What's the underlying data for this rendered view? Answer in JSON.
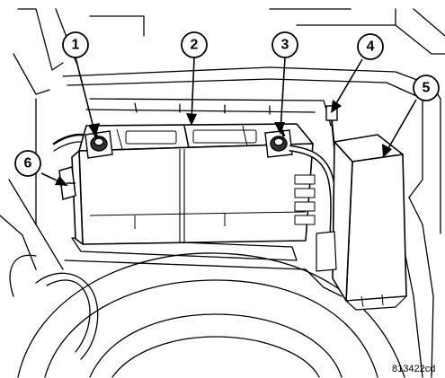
{
  "figure": {
    "id": "813422cd"
  },
  "callouts": [
    {
      "number": "1",
      "part": "negative-battery-terminal"
    },
    {
      "number": "2",
      "part": "battery"
    },
    {
      "number": "3",
      "part": "positive-battery-terminal"
    },
    {
      "number": "4",
      "part": "cable-connector"
    },
    {
      "number": "5",
      "part": "power-distribution-center"
    },
    {
      "number": "6",
      "part": "battery-hold-down"
    }
  ],
  "colors": {
    "line": "#000000",
    "background": "#ffffff"
  }
}
